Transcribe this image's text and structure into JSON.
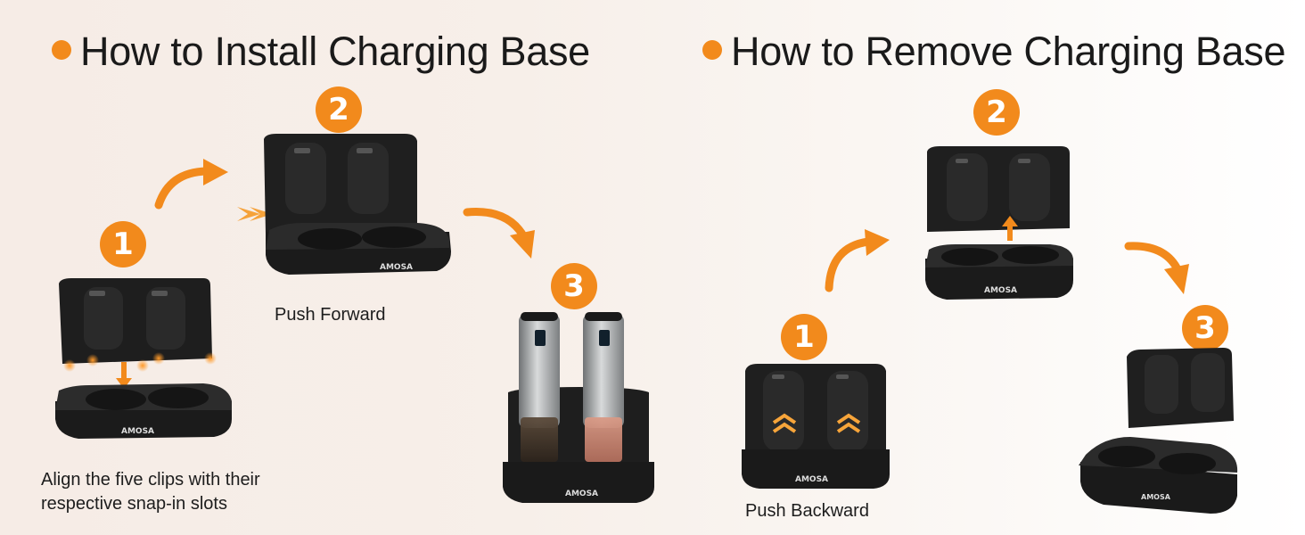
{
  "install": {
    "title": "How to Install Charging Base",
    "steps": [
      "1",
      "2",
      "3"
    ],
    "caption_step1_line1": "Align the five clips with their",
    "caption_step1_line2": "respective snap-in slots",
    "caption_step2": "Push Forward"
  },
  "remove": {
    "title": "How to Remove Charging Base",
    "steps": [
      "1",
      "2",
      "3"
    ],
    "caption_step1": "Push Backward"
  },
  "brand": "AMOSA",
  "colors": {
    "accent": "#f28a1c",
    "device": "#1c1c1c",
    "steel": "#a9acae"
  }
}
